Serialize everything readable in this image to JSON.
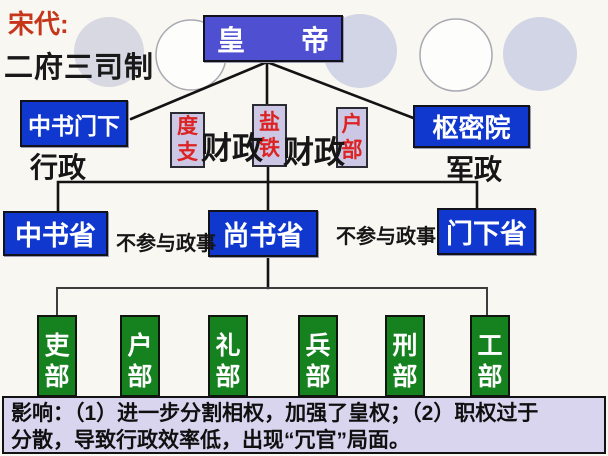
{
  "header": {
    "dynasty_label": "宋代:",
    "system_label": "二府三司制"
  },
  "org": {
    "emperor": "皇　　帝",
    "zhongshumenxia": "中书门下",
    "shumiyuan": "枢密院",
    "xingzheng_label": "行政",
    "junzheng_label": "军政",
    "sansi": {
      "duzhi": "度\n支",
      "yantie": "盐\n铁",
      "hubu": "户\n部",
      "caizheng_left": "财政",
      "caizheng_right": "财政"
    },
    "zhongshusheng": "中书省",
    "shangshusheng": "尚书省",
    "menxiasheng": "门下省",
    "bucanyu_left": "不参与政事",
    "bucanyu_right": "不参与政事",
    "ministries": [
      "吏\n部",
      "户\n部",
      "礼\n部",
      "兵\n部",
      "刑\n部",
      "工\n部"
    ]
  },
  "impact": {
    "lines": [
      "影响：（1）进一步分割相权，加强了皇权；（2）职权过于",
      "分散，导致行政效率低，出现“冗官”局面。"
    ]
  },
  "colors": {
    "emperor_box": "#4f4fd2",
    "blue_box": "#1038cf",
    "ministry_green": "#16811f",
    "sansi_box_bg": "#cbc7e4",
    "sansi_text_red": "#dd2222",
    "impact_bar_bg": "#d9d5ef",
    "title_red": "#c5361a"
  }
}
